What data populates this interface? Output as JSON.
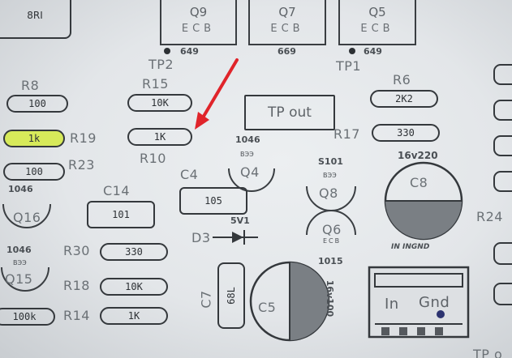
{
  "top_left_box": {
    "label": "8RI"
  },
  "transistors": {
    "q9": {
      "ref": "Q9",
      "pins": "ECB",
      "part": "649"
    },
    "q7": {
      "ref": "Q7",
      "pins": "ECB",
      "part": "669"
    },
    "q5": {
      "ref": "Q5",
      "pins": "ECB",
      "part": "649"
    }
  },
  "testpoints": {
    "tp2": "TP2",
    "tp1": "TP1",
    "tp_out": "TP out",
    "tp_bottom": "TP o"
  },
  "resistors": {
    "r8": {
      "ref": "R8",
      "value": "100"
    },
    "r19": {
      "ref": "R19",
      "value": "1k"
    },
    "r23": {
      "ref": "R23",
      "value": "100"
    },
    "r15": {
      "ref": "R15",
      "value": "10K"
    },
    "r10": {
      "ref": "R10",
      "value": "1K"
    },
    "r6": {
      "ref": "R6",
      "value": "2K2"
    },
    "r17": {
      "ref": "R17",
      "value": "330"
    },
    "r30": {
      "ref": "R30",
      "value": "330"
    },
    "r18": {
      "ref": "R18",
      "value": "10K"
    },
    "r14": {
      "ref": "R14",
      "value": "1K"
    },
    "r24": {
      "ref": "R24"
    },
    "r_bottom_left": {
      "value": "100k"
    }
  },
  "capacitors": {
    "c4": {
      "ref": "C4",
      "value": "105"
    },
    "c14": {
      "ref": "C14",
      "value": "101"
    },
    "c8": {
      "ref": "C8",
      "value": "16v220"
    },
    "c5": {
      "ref": "C5",
      "value": "16v100"
    },
    "c7": {
      "ref": "C7",
      "value": "68L"
    }
  },
  "small_transistors": {
    "q4": {
      "ref": "Q4",
      "part": "1046",
      "pins": "ВЭЭ"
    },
    "q8": {
      "ref": "Q8",
      "part": "S101",
      "pins": "ВЭЭ"
    },
    "q6": {
      "ref": "Q6",
      "part": "1015",
      "pins": "ECB"
    },
    "q16": {
      "ref": "Q16",
      "part": "1046"
    },
    "q15": {
      "ref": "Q15",
      "part": "1046",
      "pins": "ВЭЭ"
    }
  },
  "diode": {
    "ref": "D3",
    "value": "5V1"
  },
  "connector": {
    "in": "In",
    "gnd": "Gnd",
    "under_c8": "IN  INGND"
  },
  "annotation": {
    "arrow_color": "#e0242a"
  }
}
